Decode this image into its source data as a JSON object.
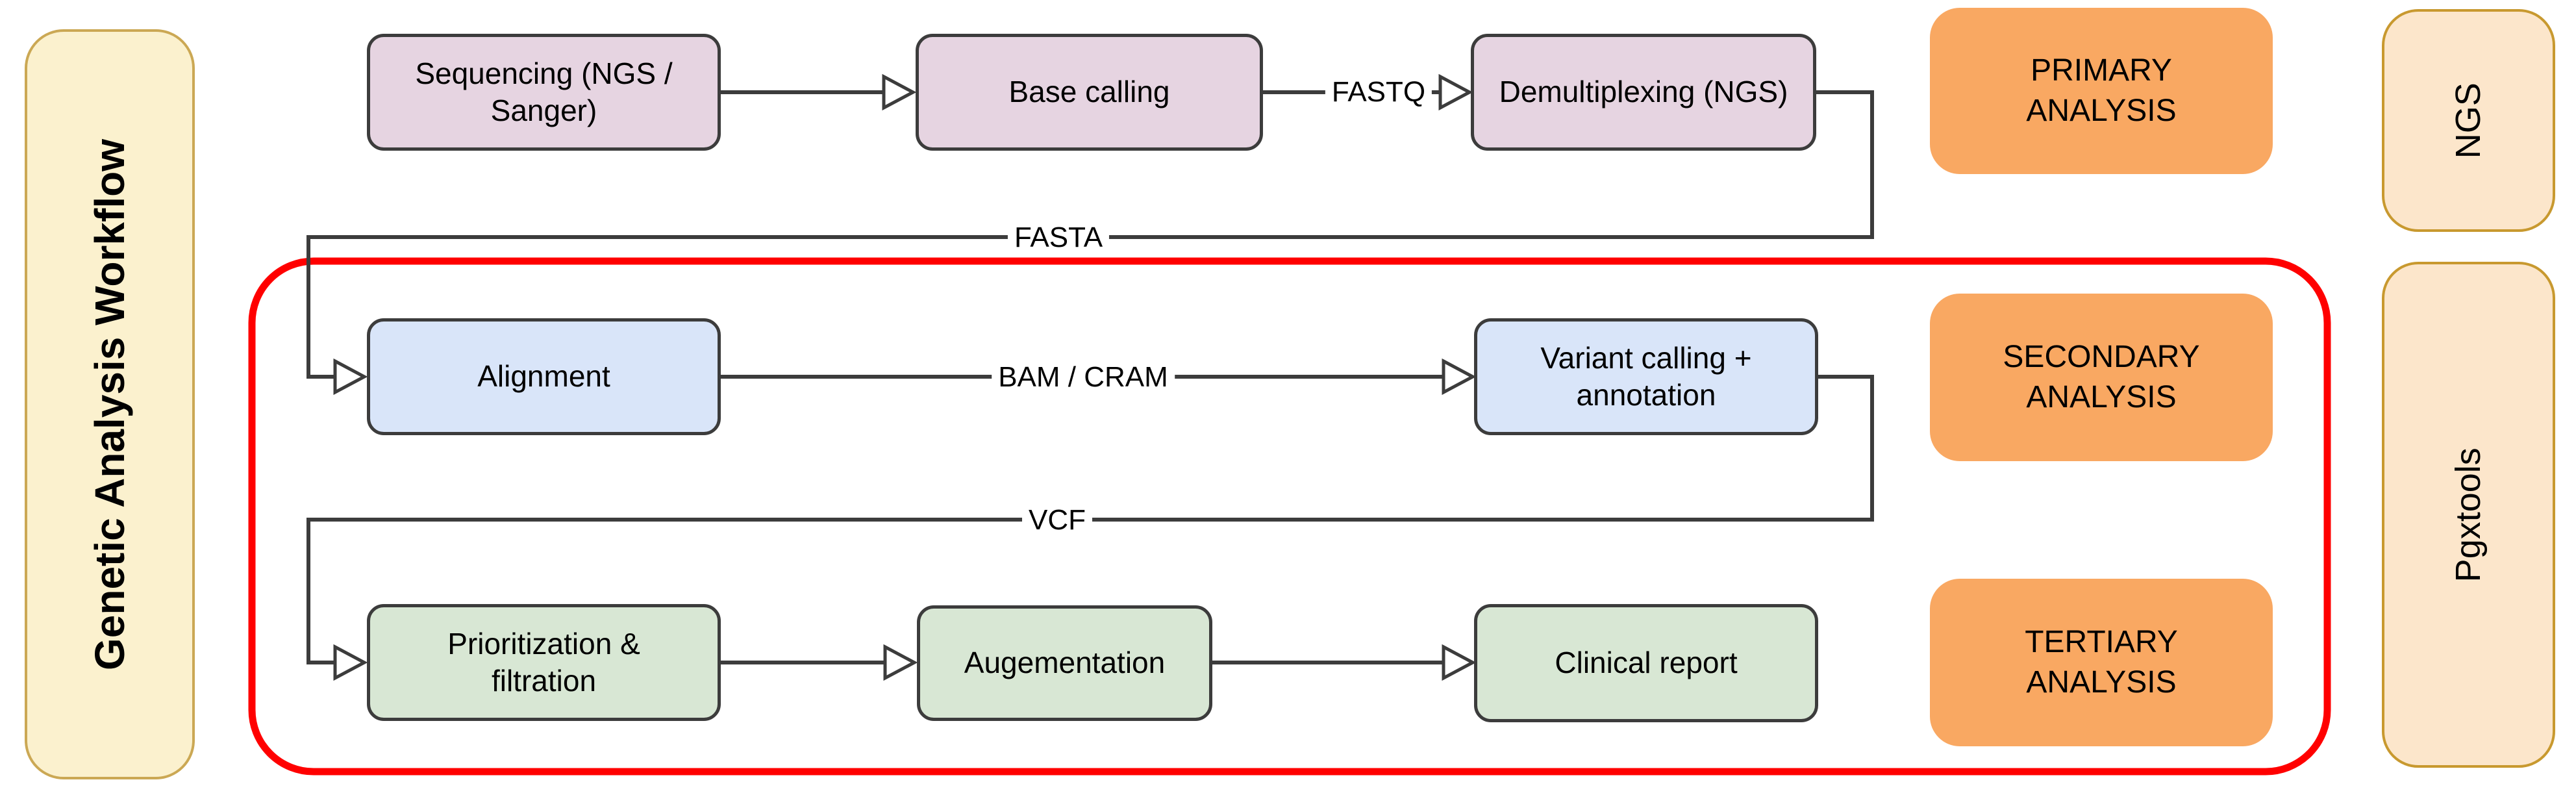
{
  "workflow": {
    "title": "Genetic Analysis Workflow",
    "nodes": {
      "sequencing": {
        "label": "Sequencing (NGS /\nSanger)"
      },
      "base_calling": {
        "label": "Base calling"
      },
      "demultiplexing": {
        "label": "Demultiplexing (NGS)"
      },
      "alignment": {
        "label": "Alignment"
      },
      "variant_calling": {
        "label": "Variant calling +\nannotation"
      },
      "prioritization": {
        "label": "Prioritization &\nfiltration"
      },
      "augementation": {
        "label": "Augementation"
      },
      "clinical_report": {
        "label": "Clinical report"
      }
    },
    "stages": {
      "primary": {
        "label": "PRIMARY\nANALYSIS"
      },
      "secondary": {
        "label": "SECONDARY\nANALYSIS"
      },
      "tertiary": {
        "label": "TERTIARY\nANALYSIS"
      }
    },
    "side_labels": {
      "ngs": "NGS",
      "pgxtools": "Pgxtools"
    },
    "edge_labels": {
      "fastq": "FASTQ",
      "fasta": "FASTA",
      "bam_cram": "BAM / CRAM",
      "vcf": "VCF"
    },
    "colors": {
      "primary_row_fill": "#E6D4E1",
      "secondary_row_fill": "#D9E5F9",
      "tertiary_row_fill": "#D8E7D4",
      "stage_fill": "#F9A862",
      "side_fill": "#FCE6CB",
      "side_border": "#C8992F",
      "title_fill": "#FBF1CE",
      "title_border": "#CBA854",
      "connector": "#3C3C3C",
      "highlight_outline": "#FF0000"
    }
  }
}
